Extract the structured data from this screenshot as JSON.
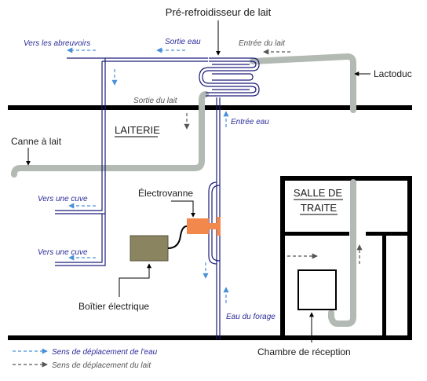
{
  "labels": {
    "pre_cooler": "Pré-refroidisseur de lait",
    "water_to_troughs": "Vers les abreuvoirs",
    "water_out": "Sortie eau",
    "milk_in": "Entrée du lait",
    "milk_line": "Lactoduc",
    "milk_out": "Sortie du lait",
    "water_in": "Entrée eau",
    "dairy": "LAITERIE",
    "milk_cane": "Canne à lait",
    "solenoid_valve": "Électrovanne",
    "to_tank_1": "Vers une cuve",
    "to_tank_2": "Vers une cuve",
    "electric_box": "Boîtier électrique",
    "borehole_water": "Eau du forage",
    "milking_room_line1": "SALLE DE",
    "milking_room_line2": "TRAITE",
    "receiving_chamber": "Chambre de réception",
    "legend_water": "Sens de déplacement de l'eau",
    "legend_milk": "Sens de déplacement du lait"
  },
  "colors": {
    "wall": "#000000",
    "milk_pipe": "#b3bab3",
    "water_pipe": "#1c1c7a",
    "water_arrow": "#4a90d9",
    "milk_arrow": "#555555",
    "valve": "#f2884b",
    "box": "#8b8461"
  }
}
